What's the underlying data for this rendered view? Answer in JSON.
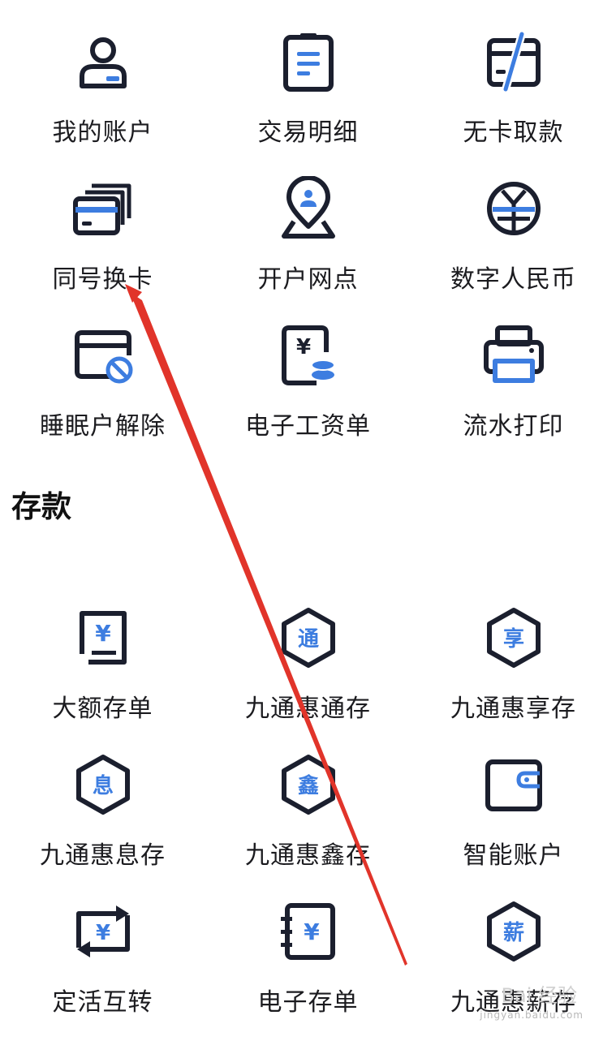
{
  "colors": {
    "dark": "#1b1f2e",
    "blue": "#3d7de0",
    "arrow": "#e1342a"
  },
  "accounts": {
    "items": [
      {
        "label": "我的账户",
        "icon": "user-card-icon"
      },
      {
        "label": "交易明细",
        "icon": "document-list-icon"
      },
      {
        "label": "无卡取款",
        "icon": "cardless-withdraw-icon"
      },
      {
        "label": "同号换卡",
        "icon": "card-stack-icon"
      },
      {
        "label": "开户网点",
        "icon": "location-pin-icon"
      },
      {
        "label": "数字人民币",
        "icon": "digital-rmb-icon"
      },
      {
        "label": "睡眠户解除",
        "icon": "card-blocked-icon"
      },
      {
        "label": "电子工资单",
        "icon": "salary-slip-icon"
      },
      {
        "label": "流水打印",
        "icon": "printer-icon"
      }
    ]
  },
  "deposits": {
    "title": "存款",
    "items": [
      {
        "label": "大额存单",
        "icon": "large-deposit-icon"
      },
      {
        "label": "九通惠通存",
        "icon": "hex-tong-icon",
        "glyph": "通"
      },
      {
        "label": "九通惠享存",
        "icon": "hex-xiang-icon",
        "glyph": "享"
      },
      {
        "label": "九通惠息存",
        "icon": "hex-xi-icon",
        "glyph": "息"
      },
      {
        "label": "九通惠鑫存",
        "icon": "hex-xin-icon",
        "glyph": "鑫"
      },
      {
        "label": "智能账户",
        "icon": "wallet-icon"
      },
      {
        "label": "定活互转",
        "icon": "exchange-icon"
      },
      {
        "label": "电子存单",
        "icon": "e-deposit-icon"
      },
      {
        "label": "九通惠薪存",
        "icon": "hex-xinsalary-icon",
        "glyph": "薪"
      }
    ]
  },
  "watermark": {
    "text": "jingyan.baidu.com",
    "brand": "Bai 经验"
  }
}
